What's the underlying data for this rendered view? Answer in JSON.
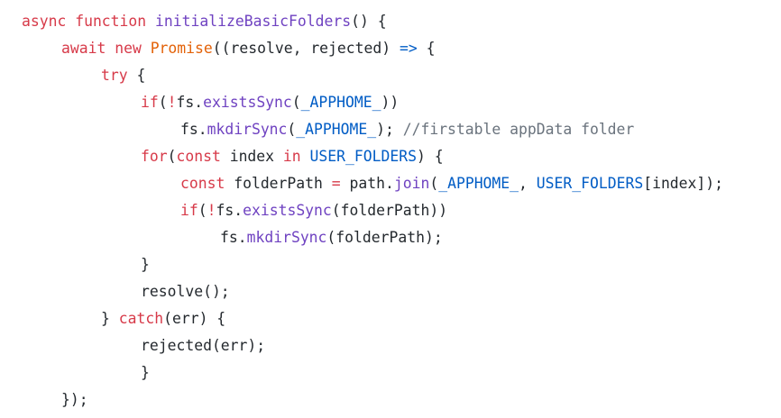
{
  "colors": {
    "keyword": "#d73a49",
    "function": "#6f42c1",
    "class": "#e36209",
    "constant": "#005cc5",
    "text": "#24292e",
    "comment": "#6a737d",
    "background": "#ffffff"
  },
  "code": {
    "lines": [
      {
        "indent": 0,
        "tokens": [
          {
            "t": "keyword",
            "v": "async function "
          },
          {
            "t": "func",
            "v": "initializeBasicFolders"
          },
          {
            "t": "text",
            "v": "() {"
          }
        ]
      },
      {
        "indent": 1,
        "tokens": [
          {
            "t": "keyword",
            "v": "await new "
          },
          {
            "t": "class",
            "v": "Promise"
          },
          {
            "t": "text",
            "v": "((resolve, rejected) "
          },
          {
            "t": "const",
            "v": "=>"
          },
          {
            "t": "text",
            "v": " {"
          }
        ]
      },
      {
        "indent": 2,
        "tokens": [
          {
            "t": "keyword",
            "v": "try"
          },
          {
            "t": "text",
            "v": " {"
          }
        ]
      },
      {
        "indent": 3,
        "tokens": [
          {
            "t": "keyword",
            "v": "if"
          },
          {
            "t": "text",
            "v": "("
          },
          {
            "t": "keyword",
            "v": "!"
          },
          {
            "t": "text",
            "v": "fs."
          },
          {
            "t": "func",
            "v": "existsSync"
          },
          {
            "t": "text",
            "v": "("
          },
          {
            "t": "const",
            "v": "_APPHOME_"
          },
          {
            "t": "text",
            "v": "))"
          }
        ]
      },
      {
        "indent": 4,
        "tokens": [
          {
            "t": "text",
            "v": "fs."
          },
          {
            "t": "func",
            "v": "mkdirSync"
          },
          {
            "t": "text",
            "v": "("
          },
          {
            "t": "const",
            "v": "_APPHOME_"
          },
          {
            "t": "text",
            "v": "); "
          },
          {
            "t": "comment",
            "v": "//firstable appData folder"
          }
        ]
      },
      {
        "indent": 3,
        "tokens": [
          {
            "t": "keyword",
            "v": "for"
          },
          {
            "t": "text",
            "v": "("
          },
          {
            "t": "keyword",
            "v": "const"
          },
          {
            "t": "text",
            "v": " index "
          },
          {
            "t": "keyword",
            "v": "in"
          },
          {
            "t": "text",
            "v": " "
          },
          {
            "t": "const",
            "v": "USER_FOLDERS"
          },
          {
            "t": "text",
            "v": ") {"
          }
        ]
      },
      {
        "indent": 4,
        "tokens": [
          {
            "t": "keyword",
            "v": "const"
          },
          {
            "t": "text",
            "v": " folderPath "
          },
          {
            "t": "keyword",
            "v": "="
          },
          {
            "t": "text",
            "v": " path."
          },
          {
            "t": "func",
            "v": "join"
          },
          {
            "t": "text",
            "v": "("
          },
          {
            "t": "const",
            "v": "_APPHOME_"
          },
          {
            "t": "text",
            "v": ", "
          },
          {
            "t": "const",
            "v": "USER_FOLDERS"
          },
          {
            "t": "text",
            "v": "[index]);"
          }
        ]
      },
      {
        "indent": 4,
        "tokens": [
          {
            "t": "keyword",
            "v": "if"
          },
          {
            "t": "text",
            "v": "("
          },
          {
            "t": "keyword",
            "v": "!"
          },
          {
            "t": "text",
            "v": "fs."
          },
          {
            "t": "func",
            "v": "existsSync"
          },
          {
            "t": "text",
            "v": "(folderPath))"
          }
        ]
      },
      {
        "indent": 5,
        "tokens": [
          {
            "t": "text",
            "v": "fs."
          },
          {
            "t": "func",
            "v": "mkdirSync"
          },
          {
            "t": "text",
            "v": "(folderPath);"
          }
        ]
      },
      {
        "indent": 3,
        "tokens": [
          {
            "t": "text",
            "v": "}"
          }
        ]
      },
      {
        "indent": 3,
        "tokens": [
          {
            "t": "text",
            "v": "resolve();"
          }
        ]
      },
      {
        "indent": 2,
        "tokens": [
          {
            "t": "text",
            "v": "} "
          },
          {
            "t": "keyword",
            "v": "catch"
          },
          {
            "t": "text",
            "v": "(err) {"
          }
        ]
      },
      {
        "indent": 3,
        "tokens": [
          {
            "t": "text",
            "v": "rejected(err);"
          }
        ]
      },
      {
        "indent": 3,
        "tokens": [
          {
            "t": "text",
            "v": "}"
          }
        ]
      },
      {
        "indent": 1,
        "tokens": [
          {
            "t": "text",
            "v": "});"
          }
        ]
      }
    ]
  }
}
